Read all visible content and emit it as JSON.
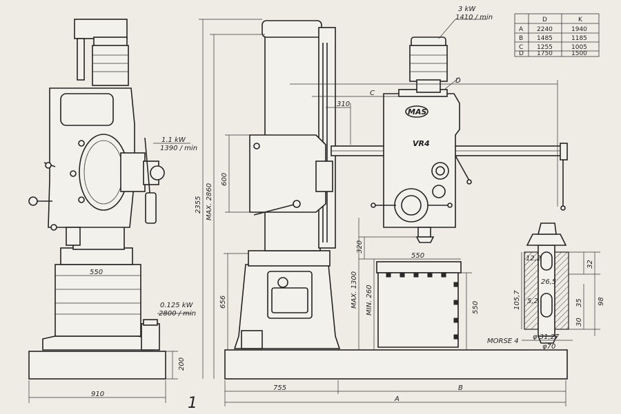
{
  "motors": {
    "main": {
      "power": "3 kW",
      "speed": "1410 / min"
    },
    "feed": {
      "power": "1.1 kW",
      "speed": "1390 / min"
    },
    "pump": {
      "power": "0.125 kW",
      "speed": "2800 / min"
    }
  },
  "brand": {
    "logo": "MAS",
    "model": "VR4"
  },
  "figure_number": "1",
  "table": {
    "headers": [
      "",
      "D",
      "K"
    ],
    "rows": [
      [
        "A",
        "2240",
        "1940"
      ],
      [
        "B",
        "1485",
        "1185"
      ],
      [
        "C",
        "1255",
        "1005"
      ],
      [
        "D",
        "1750",
        "1500"
      ]
    ]
  },
  "dimensions": {
    "d310": "310",
    "d600": "600",
    "d2355": "2355",
    "max2860": "MAX. 2860",
    "d656": "656",
    "d550_side": "550",
    "d910": "910",
    "d200": "200",
    "d755": "755",
    "lblA": "A",
    "lblB": "B",
    "lblC": "C",
    "lblD": "D",
    "d320": "320",
    "max1300": "MAX. 1300",
    "min260": "MIN. 260",
    "d550_table": "550",
    "d550_table_h": "550",
    "d12_2": "12,2",
    "d26_5": "26,5",
    "d5_2": "5,2",
    "d105_7": "105,7",
    "d32": "32",
    "d35": "35",
    "d30": "30",
    "d98": "98",
    "morse": "MORSE 4",
    "d31_27": "φ 31,27",
    "d70": "φ70"
  }
}
